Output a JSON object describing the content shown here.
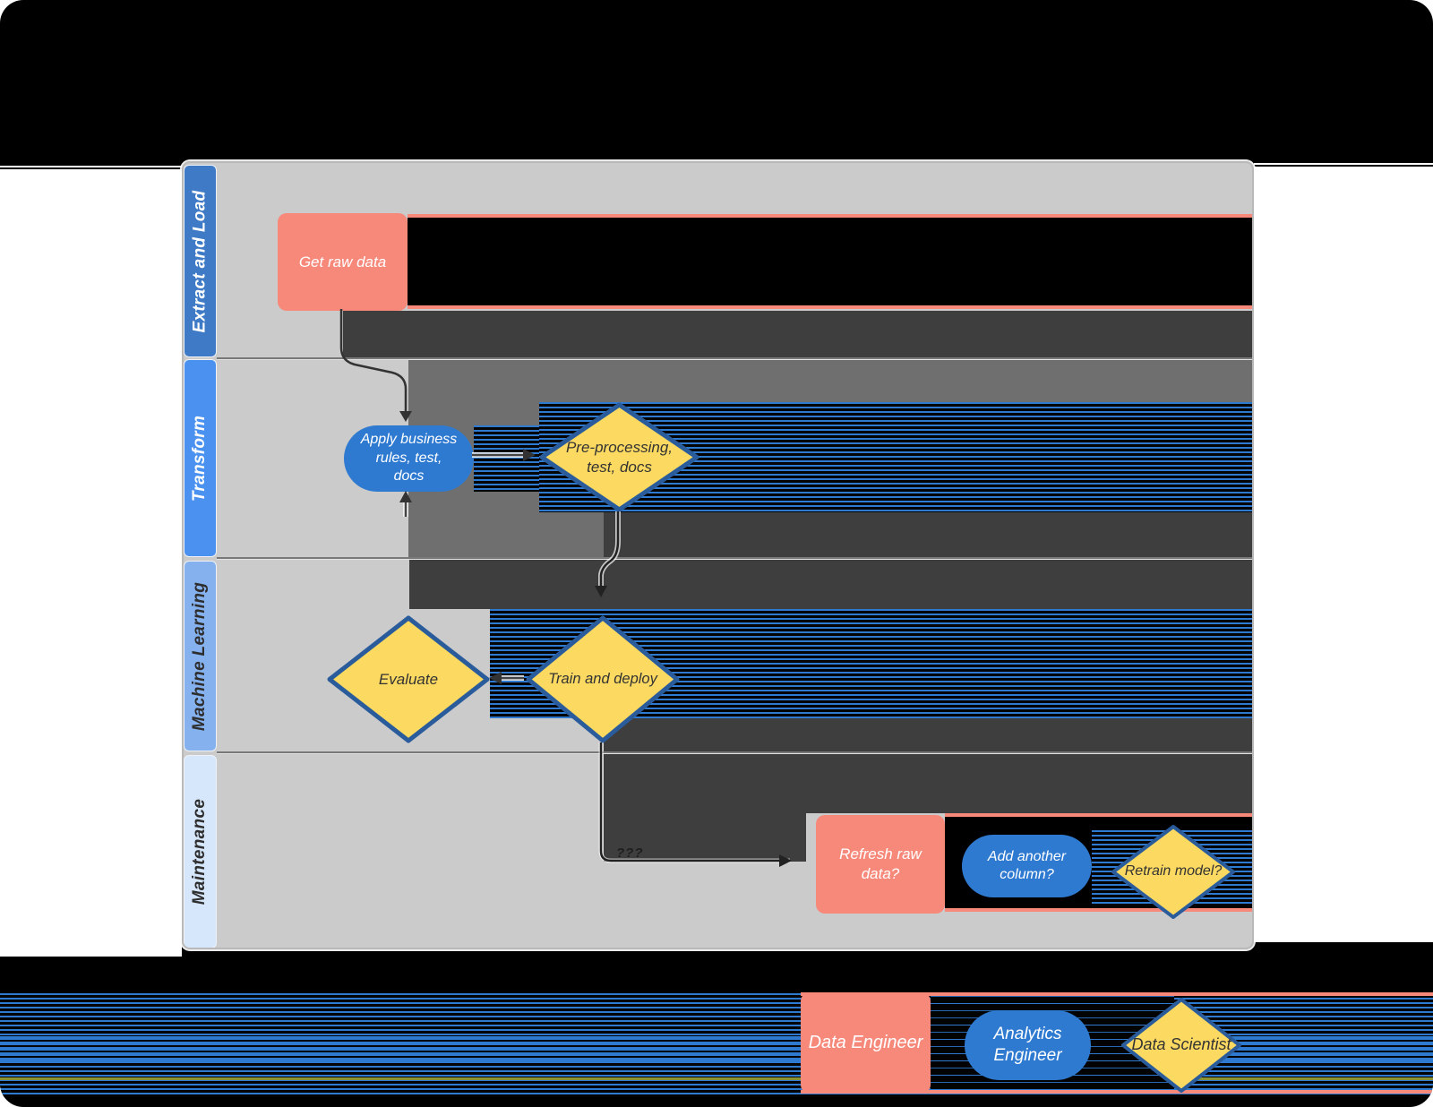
{
  "lanes": [
    {
      "label": "Extract and Load"
    },
    {
      "label": "Transform"
    },
    {
      "label": "Machine Learning"
    },
    {
      "label": "Maintenance"
    }
  ],
  "nodes": {
    "get_raw_data": {
      "label": "Get raw data"
    },
    "apply_rules": {
      "label": "Apply business\nrules, test,\ndocs"
    },
    "preprocessing": {
      "label": "Pre-processing,\ntest, docs"
    },
    "evaluate": {
      "label": "Evaluate"
    },
    "train_deploy": {
      "label": "Train and deploy"
    },
    "refresh_raw": {
      "label": "Refresh raw\ndata?"
    },
    "add_column": {
      "label": "Add another\ncolumn?"
    },
    "retrain": {
      "label": "Retrain model?"
    }
  },
  "connector_label": "???",
  "legend": {
    "data_engineer": "Data Engineer",
    "analytics_engineer": "Analytics\nEngineer",
    "data_scientist": "Data Scientist"
  },
  "colors": {
    "canvas": "#cbcbcb",
    "salmon": "#f7897b",
    "pill_blue": "#2f7ad1",
    "diamond_yellow": "#fcd961",
    "diamond_border": "#2a5c9c",
    "lane_extract": "#3e7ac6",
    "lane_transform": "#4b92f0",
    "lane_ml": "#85b2ef",
    "lane_maintenance": "#d7e7fb",
    "overlay_black": "#000000",
    "overlay_charcoal": "#3e3e3e",
    "overlay_gray": "#6f6f6f",
    "stripe_blue": "#2e7ad0",
    "olive": "#8a9233",
    "text_dark": "#333333"
  }
}
